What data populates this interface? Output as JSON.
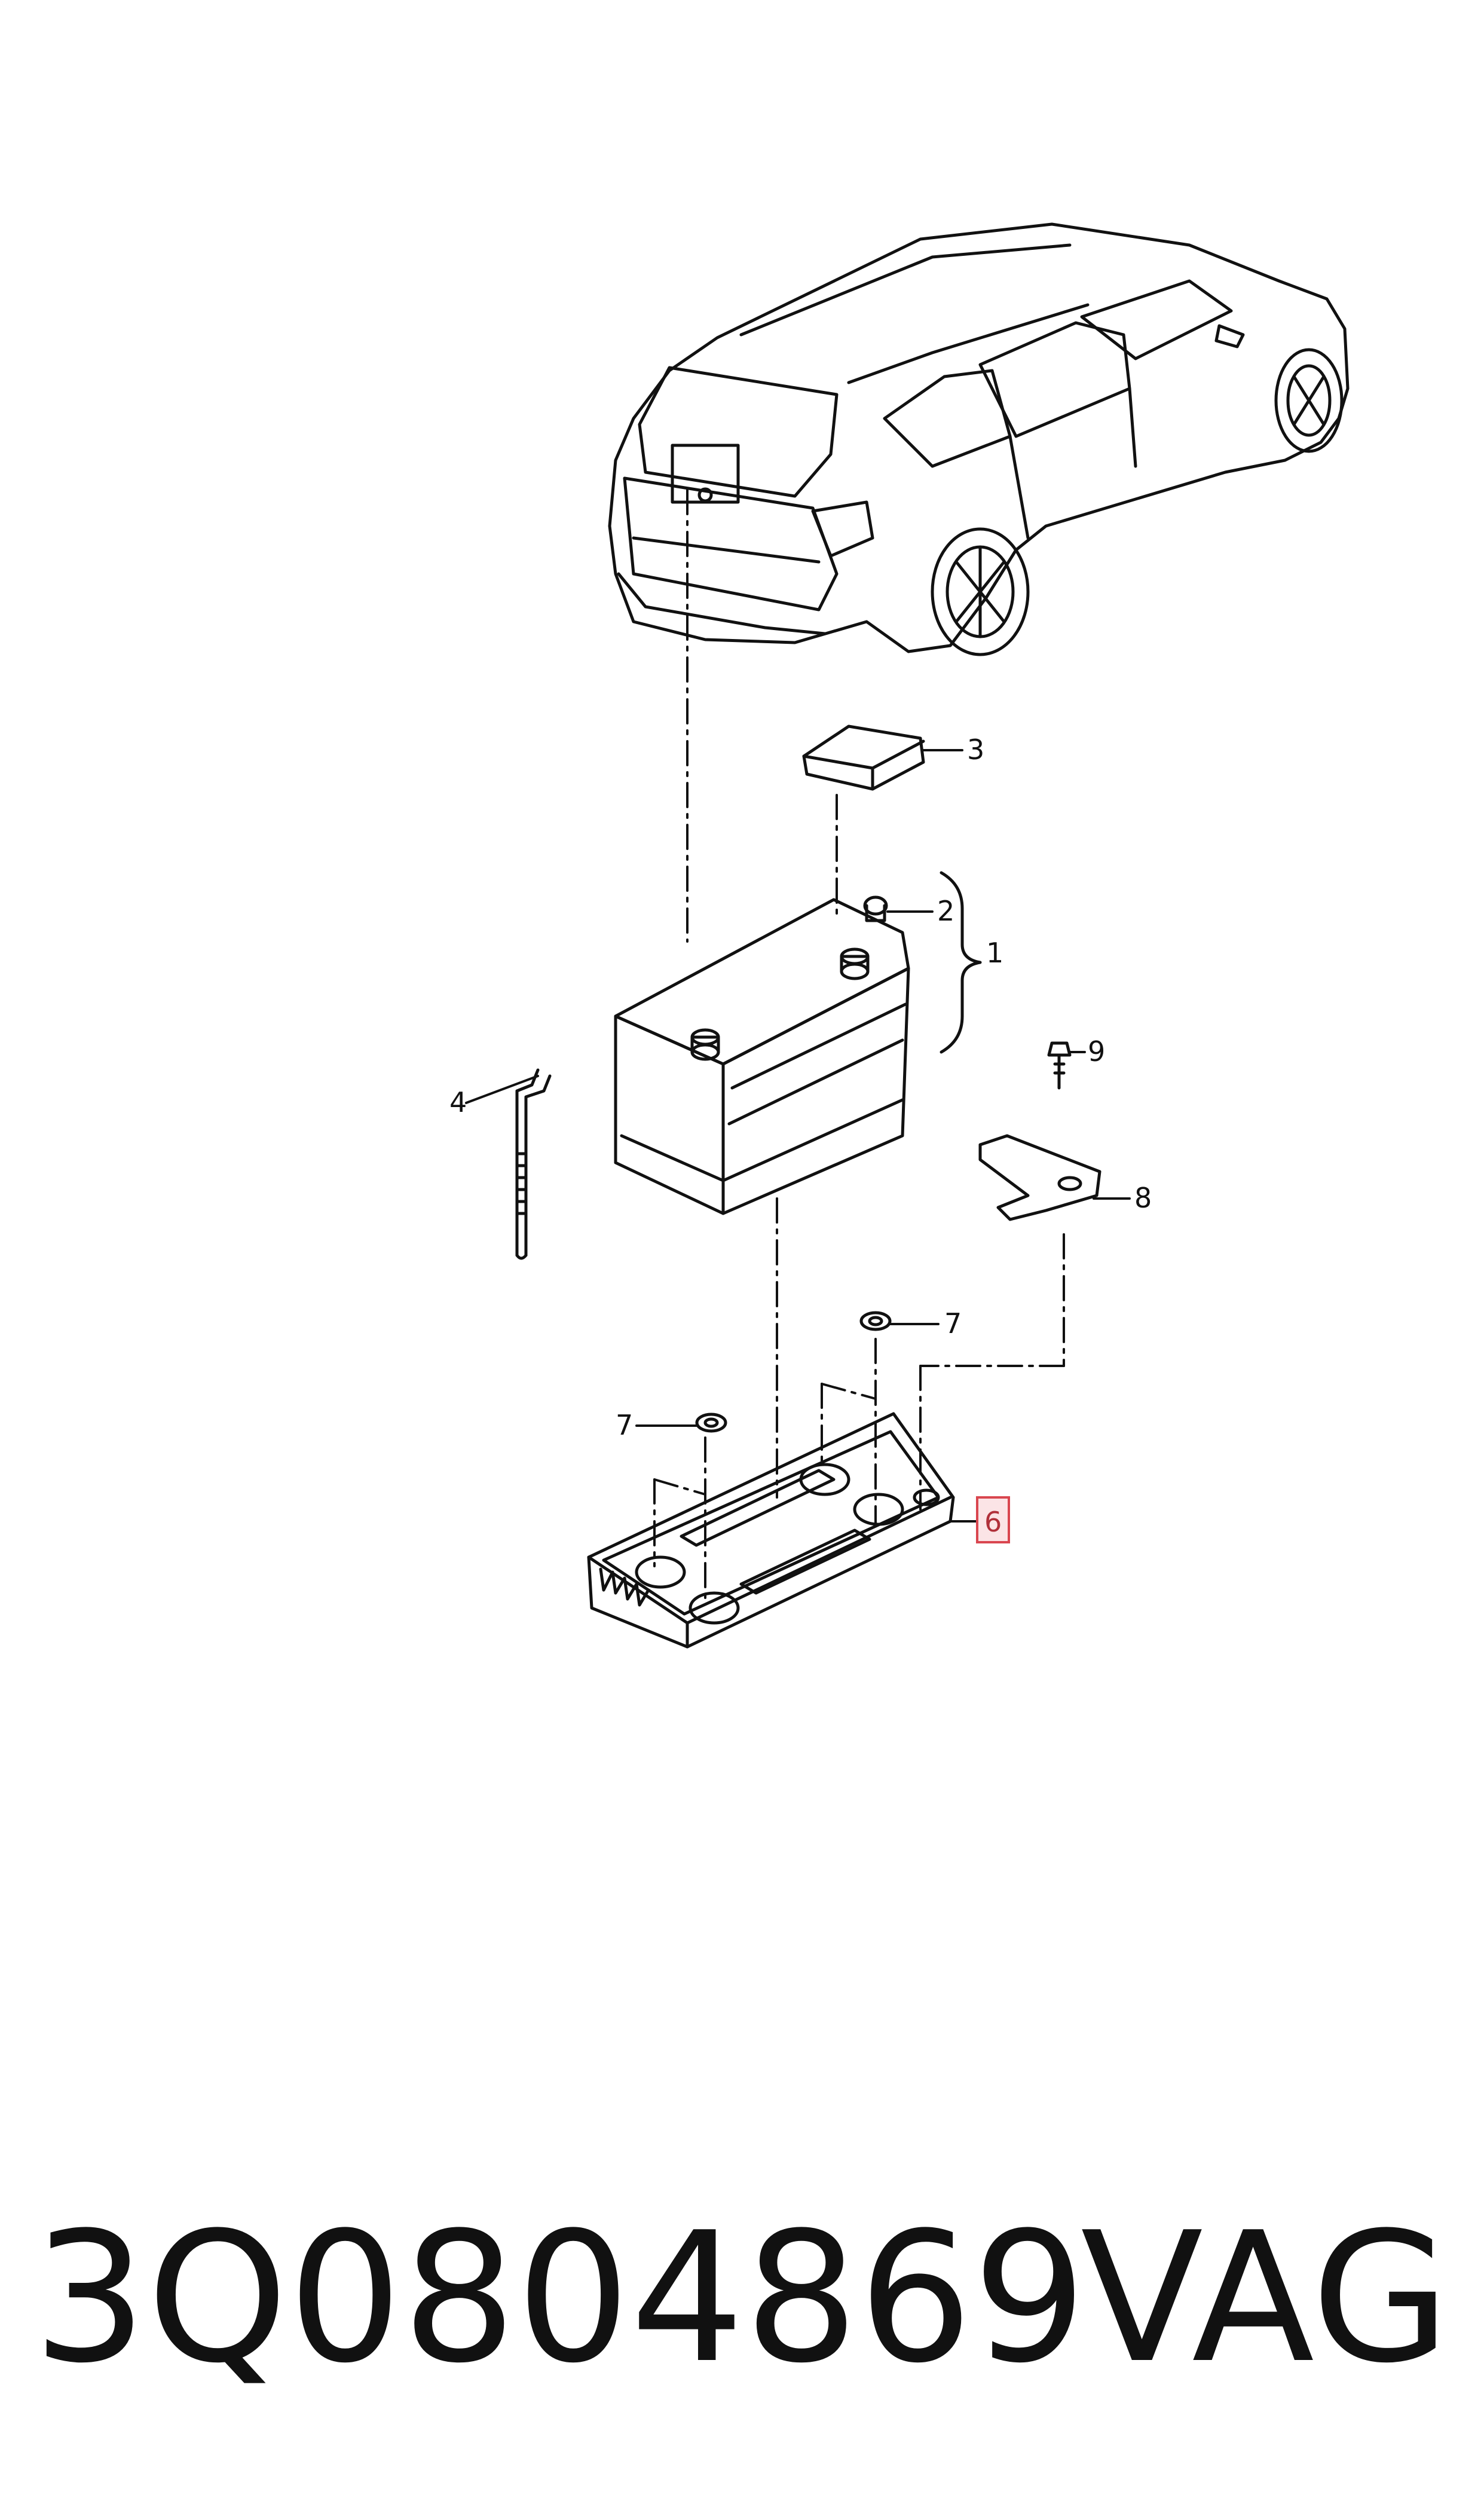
{
  "callouts": {
    "c1": "1",
    "c2": "2",
    "c3": "3",
    "c4": "4",
    "c6": "6",
    "c7a": "7",
    "c7b": "7",
    "c8": "8",
    "c9": "9"
  },
  "highlighted_callout": "6",
  "highlight_color": "#d9464f",
  "caption": {
    "part_number": "3Q0804869",
    "brand": "VAG"
  }
}
